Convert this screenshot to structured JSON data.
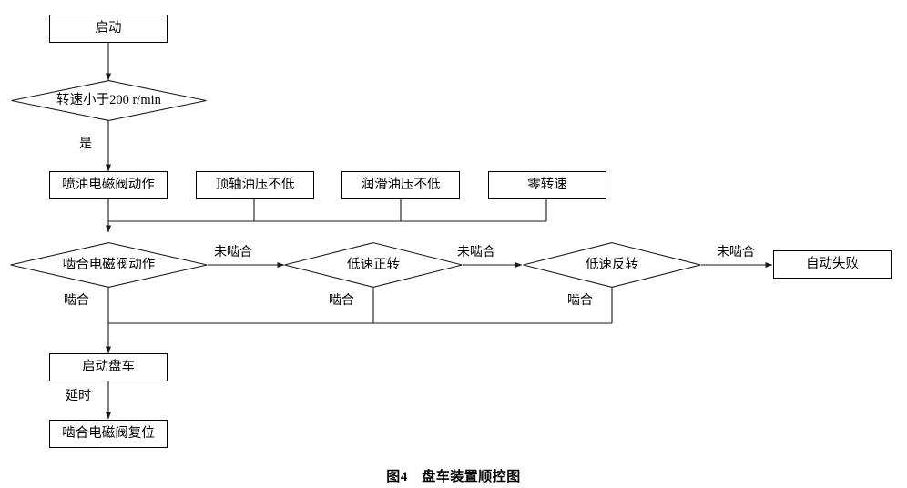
{
  "figure": {
    "caption": "图4　盘车装置顺控图"
  },
  "nodes": {
    "start": {
      "label": "启动"
    },
    "speed_check": {
      "label": "转速小于200 r/min"
    },
    "oil_valve": {
      "label": "喷油电磁阀动作"
    },
    "jack_oil": {
      "label": "顶轴油压不低"
    },
    "lube_oil": {
      "label": "润滑油压不低"
    },
    "zero_speed": {
      "label": "零转速"
    },
    "engage_valve": {
      "label": "啮合电磁阀动作"
    },
    "low_forward": {
      "label": "低速正转"
    },
    "low_reverse": {
      "label": "低速反转"
    },
    "auto_fail": {
      "label": "自动失败"
    },
    "start_turning": {
      "label": "启动盘车"
    },
    "valve_reset": {
      "label": "啮合电磁阀复位"
    }
  },
  "edge_labels": {
    "yes": "是",
    "not_engaged_1": "未啮合",
    "not_engaged_2": "未啮合",
    "not_engaged_3": "未啮合",
    "engaged_1": "啮合",
    "engaged_2": "啮合",
    "engaged_3": "啮合",
    "delay": "延时"
  },
  "style": {
    "stroke": "#1a1a1a",
    "background": "#ffffff"
  }
}
